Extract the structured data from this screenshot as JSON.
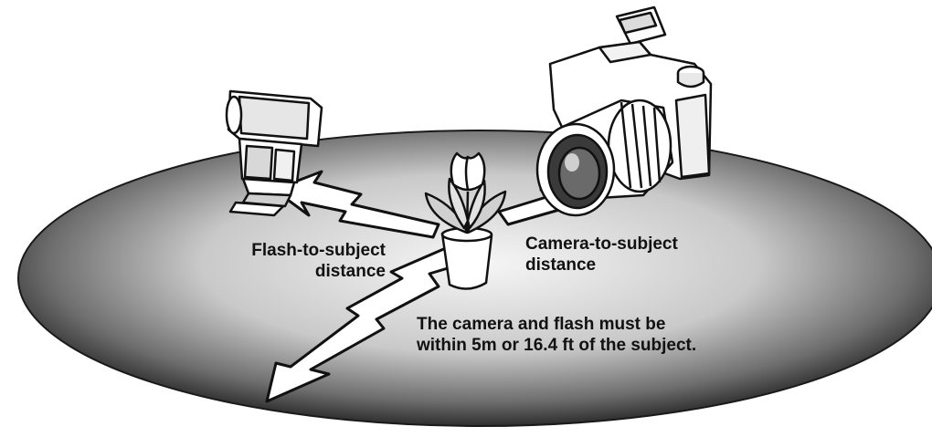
{
  "labels": {
    "flash_to_subject": [
      "Flash-to-subject",
      "distance"
    ],
    "camera_to_subject": [
      "Camera-to-subject",
      "distance"
    ],
    "range_note": [
      "The camera and flash must be",
      "within 5m or 16.4 ft of the subject."
    ]
  },
  "icons": {
    "flash": "external-flash-unit-icon",
    "camera": "dslr-camera-icon",
    "subject": "potted-tulip-icon"
  },
  "colors": {
    "floor_light": "#f4f4f4",
    "floor_dark": "#2b2b2b",
    "line": "#111111",
    "fill": "#ffffff"
  }
}
